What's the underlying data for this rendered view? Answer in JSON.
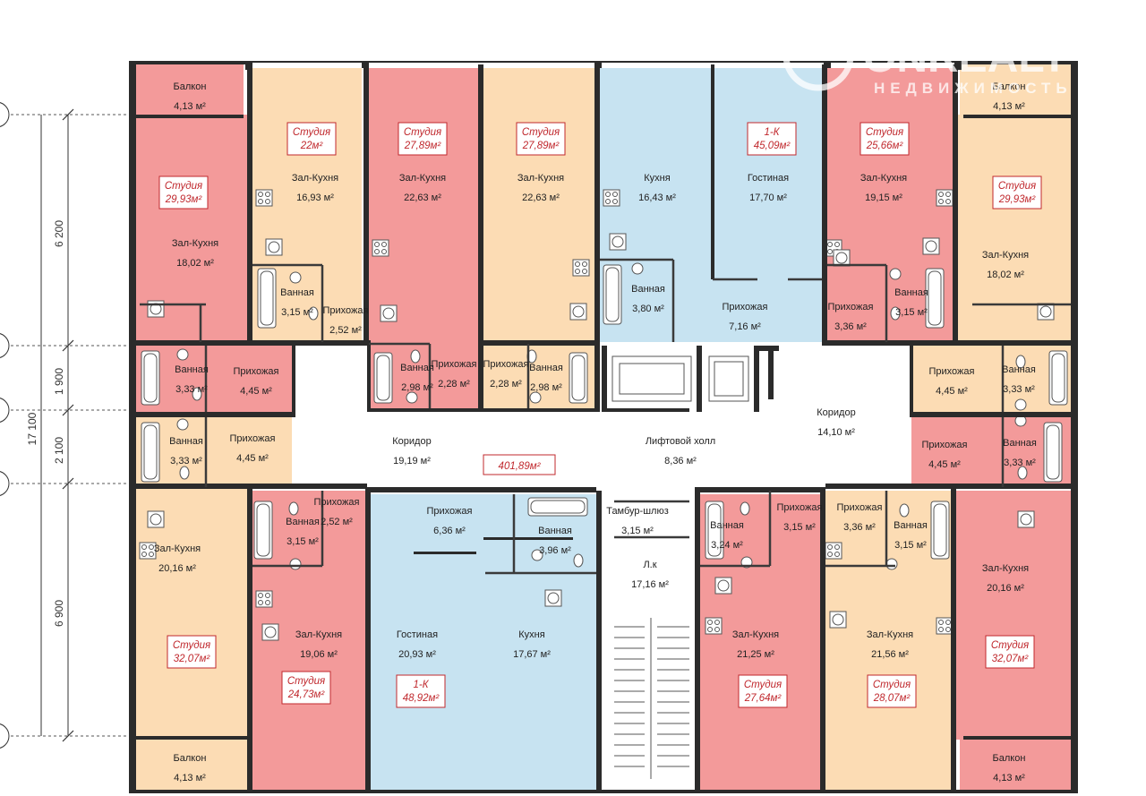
{
  "colors": {
    "studio": "#f39a9a",
    "hall": "#fcdcb4",
    "one_k": "#c7e3f1",
    "corridor": "#ffffff",
    "wall": "#2b2b2b",
    "tag_red": "#c0282d"
  },
  "watermark": {
    "brand": "ONREALT",
    "sub": "НЕДВИЖИМОСТЬ"
  },
  "dimensions": {
    "total": "17 100",
    "rows": [
      "6 200",
      "1 900",
      "2 100",
      "6 900"
    ]
  },
  "total_area": "401,89м²",
  "rooms": [
    {
      "id": "balcony-tl",
      "name": "Балкон",
      "area": "4,13 м²",
      "color": "studio"
    },
    {
      "id": "hall-kitchen-l1",
      "name": "Зал-Кухня",
      "area": "18,02 м²",
      "color": "studio"
    },
    {
      "id": "hall-kitchen-s22",
      "name": "Зал-Кухня",
      "area": "16,93 м²",
      "color": "hall"
    },
    {
      "id": "bath-s22",
      "name": "Ванная",
      "area": "3,15 м²",
      "color": "hall"
    },
    {
      "id": "hallway-s22",
      "name": "Прихожая",
      "area": "2,52 м²",
      "color": "hall"
    },
    {
      "id": "hall-kitchen-p1",
      "name": "Зал-Кухня",
      "area": "22,63 м²",
      "color": "studio"
    },
    {
      "id": "bath-p1",
      "name": "Ванная",
      "area": "2,98 м²",
      "color": "studio"
    },
    {
      "id": "hallway-p1",
      "name": "Прихожая",
      "area": "2,28 м²",
      "color": "studio"
    },
    {
      "id": "hall-kitchen-p2",
      "name": "Зал-Кухня",
      "area": "22,63 м²",
      "color": "hall"
    },
    {
      "id": "hallway-p2",
      "name": "Прихожая",
      "area": "2,28 м²",
      "color": "hall"
    },
    {
      "id": "bath-p2",
      "name": "Ванная",
      "area": "2,98 м²",
      "color": "hall"
    },
    {
      "id": "kitchen-1k-top",
      "name": "Кухня",
      "area": "16,43 м²",
      "color": "one_k"
    },
    {
      "id": "living-1k-top",
      "name": "Гостиная",
      "area": "17,70 м²",
      "color": "one_k"
    },
    {
      "id": "bath-1k-top",
      "name": "Ванная",
      "area": "3,80 м²",
      "color": "one_k"
    },
    {
      "id": "hallway-1k-top",
      "name": "Прихожая",
      "area": "7,16 м²",
      "color": "one_k"
    },
    {
      "id": "hall-kitchen-s25",
      "name": "Зал-Кухня",
      "area": "19,15 м²",
      "color": "studio"
    },
    {
      "id": "hallway-s25",
      "name": "Прихожая",
      "area": "3,36 м²",
      "color": "studio"
    },
    {
      "id": "bath-s25",
      "name": "Ванная",
      "area": "3,15 м²",
      "color": "studio"
    },
    {
      "id": "balcony-tr",
      "name": "Балкон",
      "area": "4,13 м²",
      "color": "hall"
    },
    {
      "id": "hall-kitchen-r1",
      "name": "Зал-Кухня",
      "area": "18,02 м²",
      "color": "hall"
    },
    {
      "id": "bath-l1",
      "name": "Ванная",
      "area": "3,33 м²",
      "color": "studio"
    },
    {
      "id": "hallway-l1",
      "name": "Прихожая",
      "area": "4,45 м²",
      "color": "studio"
    },
    {
      "id": "hallway-r1",
      "name": "Прихожая",
      "area": "4,45 м²",
      "color": "hall"
    },
    {
      "id": "bath-r1",
      "name": "Ванная",
      "area": "3,33 м²",
      "color": "hall"
    },
    {
      "id": "bath-l2",
      "name": "Ванная",
      "area": "3,33 м²",
      "color": "hall"
    },
    {
      "id": "hallway-l2",
      "name": "Прихожая",
      "area": "4,45 м²",
      "color": "hall"
    },
    {
      "id": "corridor-l",
      "name": "Коридор",
      "area": "19,19 м²",
      "color": "corridor"
    },
    {
      "id": "lift-hall",
      "name": "Лифтовой холл",
      "area": "8,36 м²",
      "color": "corridor"
    },
    {
      "id": "corridor-r",
      "name": "Коридор",
      "area": "14,10 м²",
      "color": "corridor"
    },
    {
      "id": "hallway-r2",
      "name": "Прихожая",
      "area": "4,45 м²",
      "color": "studio"
    },
    {
      "id": "bath-r2",
      "name": "Ванная",
      "area": "3,33 м²",
      "color": "studio"
    },
    {
      "id": "hall-kitchen-l2",
      "name": "Зал-Кухня",
      "area": "20,16 м²",
      "color": "hall"
    },
    {
      "id": "bath-b24",
      "name": "Ванная",
      "area": "3,15 м²",
      "color": "studio"
    },
    {
      "id": "hallway-b24",
      "name": "Прихожая",
      "area": "2,52 м²",
      "color": "studio"
    },
    {
      "id": "hall-kitchen-b24",
      "name": "Зал-Кухня",
      "area": "19,06 м²",
      "color": "studio"
    },
    {
      "id": "hallway-1k-bot",
      "name": "Прихожая",
      "area": "6,36 м²",
      "color": "one_k"
    },
    {
      "id": "bath-1k-bot",
      "name": "Ванная",
      "area": "3,96 м²",
      "color": "one_k"
    },
    {
      "id": "living-1k-bot",
      "name": "Гостиная",
      "area": "20,93 м²",
      "color": "one_k"
    },
    {
      "id": "kitchen-1k-bot",
      "name": "Кухня",
      "area": "17,67 м²",
      "color": "one_k"
    },
    {
      "id": "vestibule",
      "name": "Тамбур-шлюз",
      "area": "3,15 м²",
      "color": "corridor"
    },
    {
      "id": "stairs",
      "name": "Л.к",
      "area": "17,16 м²",
      "color": "corridor"
    },
    {
      "id": "bath-b27a",
      "name": "Ванная",
      "area": "3,24 м²",
      "color": "studio"
    },
    {
      "id": "hallway-b27a",
      "name": "Прихожая",
      "area": "3,15 м²",
      "color": "studio"
    },
    {
      "id": "hall-kitchen-b27a",
      "name": "Зал-Кухня",
      "area": "21,25 м²",
      "color": "studio"
    },
    {
      "id": "hallway-b28",
      "name": "Прихожая",
      "area": "3,36 м²",
      "color": "hall"
    },
    {
      "id": "bath-b28",
      "name": "Ванная",
      "area": "3,15 м²",
      "color": "hall"
    },
    {
      "id": "hall-kitchen-b28",
      "name": "Зал-Кухня",
      "area": "21,56 м²",
      "color": "hall"
    },
    {
      "id": "hall-kitchen-r2",
      "name": "Зал-Кухня",
      "area": "20,16 м²",
      "color": "studio"
    },
    {
      "id": "balcony-bl",
      "name": "Балкон",
      "area": "4,13 м²",
      "color": "hall"
    },
    {
      "id": "balcony-br",
      "name": "Балкон",
      "area": "4,13 м²",
      "color": "studio"
    }
  ],
  "apartments": [
    {
      "id": "apt-studio-29-l",
      "type": "Студия",
      "area": "29,93м²"
    },
    {
      "id": "apt-studio-22",
      "type": "Студия",
      "area": "22м²"
    },
    {
      "id": "apt-studio-27-a",
      "type": "Студия",
      "area": "27,89м²"
    },
    {
      "id": "apt-studio-27-b",
      "type": "Студия",
      "area": "27,89м²"
    },
    {
      "id": "apt-1k-45",
      "type": "1-К",
      "area": "45,09м²"
    },
    {
      "id": "apt-studio-25",
      "type": "Студия",
      "area": "25,66м²"
    },
    {
      "id": "apt-studio-29-r",
      "type": "Студия",
      "area": "29,93м²"
    },
    {
      "id": "apt-studio-32-l",
      "type": "Студия",
      "area": "32,07м²"
    },
    {
      "id": "apt-studio-24",
      "type": "Студия",
      "area": "24,73м²"
    },
    {
      "id": "apt-1k-48",
      "type": "1-К",
      "area": "48,92м²"
    },
    {
      "id": "apt-studio-27-c",
      "type": "Студия",
      "area": "27,64м²"
    },
    {
      "id": "apt-studio-28",
      "type": "Студия",
      "area": "28,07м²"
    },
    {
      "id": "apt-studio-32-r",
      "type": "Студия",
      "area": "32,07м²"
    }
  ]
}
